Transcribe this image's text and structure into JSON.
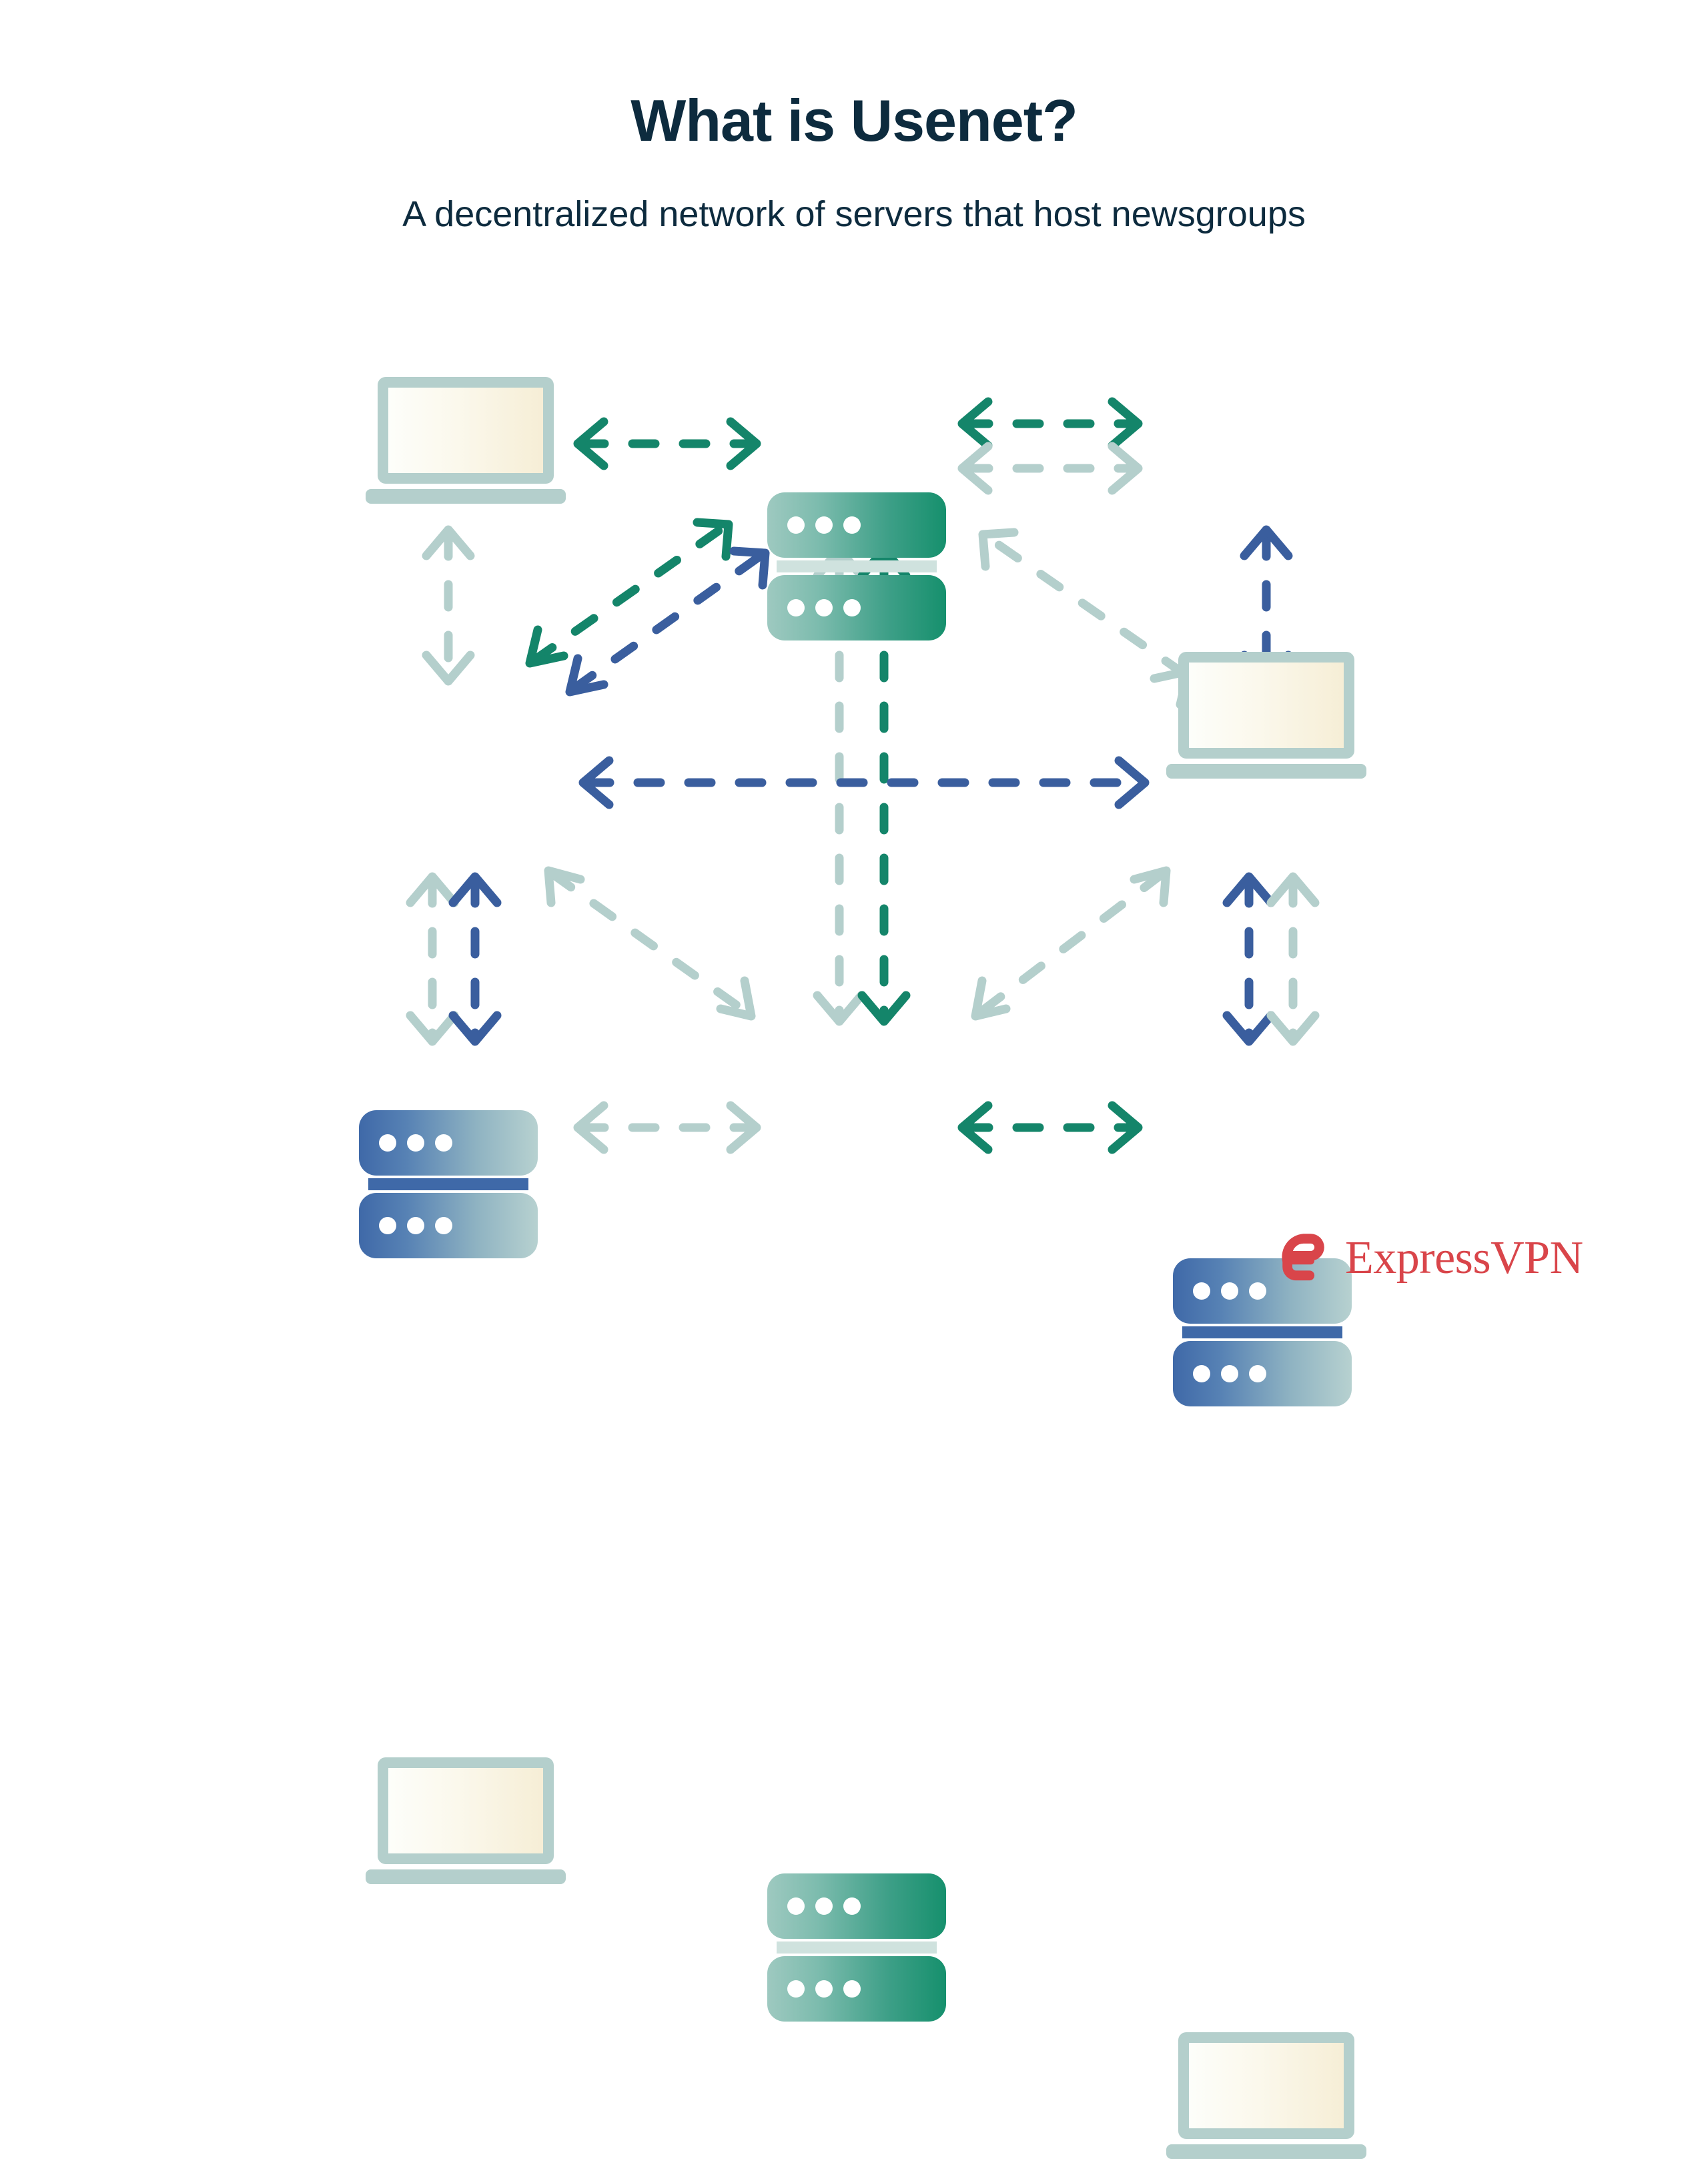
{
  "header": {
    "title": "What is Usenet?",
    "subtitle": "A decentralized network of servers that host newsgroups"
  },
  "brand": {
    "name": "ExpressVPN",
    "logo_icon": "expressvpn-e-mark-icon",
    "color": "#d9454a"
  },
  "palette": {
    "background": "#ffffff",
    "text": "#0d2b3e",
    "green_dark": "#14856a",
    "green_light": "#16906d",
    "blue": "#3a5e9e",
    "sage": "#b4cfcc",
    "laptop_frame": "#b4cfcc",
    "laptop_screen_cream": "#f6eed6",
    "server_green_gradient": [
      "#9ec9c0",
      "#16906d"
    ],
    "server_blue_gradient": [
      "#3f69a8",
      "#b7d1d0"
    ]
  },
  "diagram": {
    "type": "network-topology",
    "nodes": [
      {
        "id": "laptop-top-left",
        "kind": "laptop",
        "label": "Client laptop (top left)"
      },
      {
        "id": "server-top-center",
        "kind": "server",
        "color": "green",
        "label": "Usenet server (top center)"
      },
      {
        "id": "laptop-top-right",
        "kind": "laptop",
        "label": "Client laptop (top right)"
      },
      {
        "id": "server-middle-left",
        "kind": "server",
        "color": "blue",
        "label": "Usenet server (middle left)"
      },
      {
        "id": "server-middle-right",
        "kind": "server",
        "color": "blue",
        "label": "Usenet server (middle right)"
      },
      {
        "id": "laptop-bottom-left",
        "kind": "laptop",
        "label": "Client laptop (bottom left)"
      },
      {
        "id": "server-bottom-center",
        "kind": "server",
        "color": "green",
        "label": "Usenet server (bottom center)"
      },
      {
        "id": "laptop-bottom-right",
        "kind": "laptop",
        "label": "Client laptop (bottom right)"
      }
    ],
    "connections": [
      {
        "from": "laptop-top-left",
        "to": "server-top-center",
        "style": "dashed",
        "direction": "bidirectional",
        "color": "green_dark"
      },
      {
        "from": "server-top-center",
        "to": "laptop-top-right",
        "style": "dashed",
        "direction": "bidirectional",
        "color": "green_dark"
      },
      {
        "from": "server-top-center",
        "to": "laptop-top-right",
        "style": "dashed",
        "direction": "bidirectional",
        "color": "sage"
      },
      {
        "from": "laptop-top-left",
        "to": "server-middle-left",
        "style": "dashed",
        "direction": "bidirectional",
        "color": "sage"
      },
      {
        "from": "laptop-top-right",
        "to": "server-middle-right",
        "style": "dashed",
        "direction": "bidirectional",
        "color": "blue"
      },
      {
        "from": "server-middle-left",
        "to": "server-top-center",
        "style": "dashed",
        "direction": "bidirectional",
        "color": "green_dark"
      },
      {
        "from": "server-middle-left",
        "to": "server-top-center",
        "style": "dashed",
        "direction": "bidirectional",
        "color": "blue"
      },
      {
        "from": "server-middle-right",
        "to": "server-top-center",
        "style": "dashed",
        "direction": "bidirectional",
        "color": "sage"
      },
      {
        "from": "server-bottom-center",
        "to": "server-top-center",
        "style": "dashed",
        "direction": "bidirectional",
        "color": "sage"
      },
      {
        "from": "server-bottom-center",
        "to": "server-top-center",
        "style": "dashed",
        "direction": "bidirectional",
        "color": "green_dark"
      },
      {
        "from": "server-middle-left",
        "to": "server-middle-right",
        "style": "dashed",
        "direction": "bidirectional",
        "color": "blue"
      },
      {
        "from": "server-middle-left",
        "to": "laptop-bottom-left",
        "style": "dashed",
        "direction": "bidirectional",
        "color": "sage"
      },
      {
        "from": "server-middle-left",
        "to": "laptop-bottom-left",
        "style": "dashed",
        "direction": "bidirectional",
        "color": "blue"
      },
      {
        "from": "server-middle-left",
        "to": "server-bottom-center",
        "style": "dashed",
        "direction": "bidirectional",
        "color": "sage"
      },
      {
        "from": "server-middle-right",
        "to": "server-bottom-center",
        "style": "dashed",
        "direction": "bidirectional",
        "color": "sage"
      },
      {
        "from": "server-middle-right",
        "to": "laptop-bottom-right",
        "style": "dashed",
        "direction": "bidirectional",
        "color": "blue"
      },
      {
        "from": "server-middle-right",
        "to": "laptop-bottom-right",
        "style": "dashed",
        "direction": "bidirectional",
        "color": "sage"
      },
      {
        "from": "laptop-bottom-left",
        "to": "server-bottom-center",
        "style": "dashed",
        "direction": "bidirectional",
        "color": "sage"
      },
      {
        "from": "server-bottom-center",
        "to": "laptop-bottom-right",
        "style": "dashed",
        "direction": "bidirectional",
        "color": "green_dark"
      }
    ]
  }
}
